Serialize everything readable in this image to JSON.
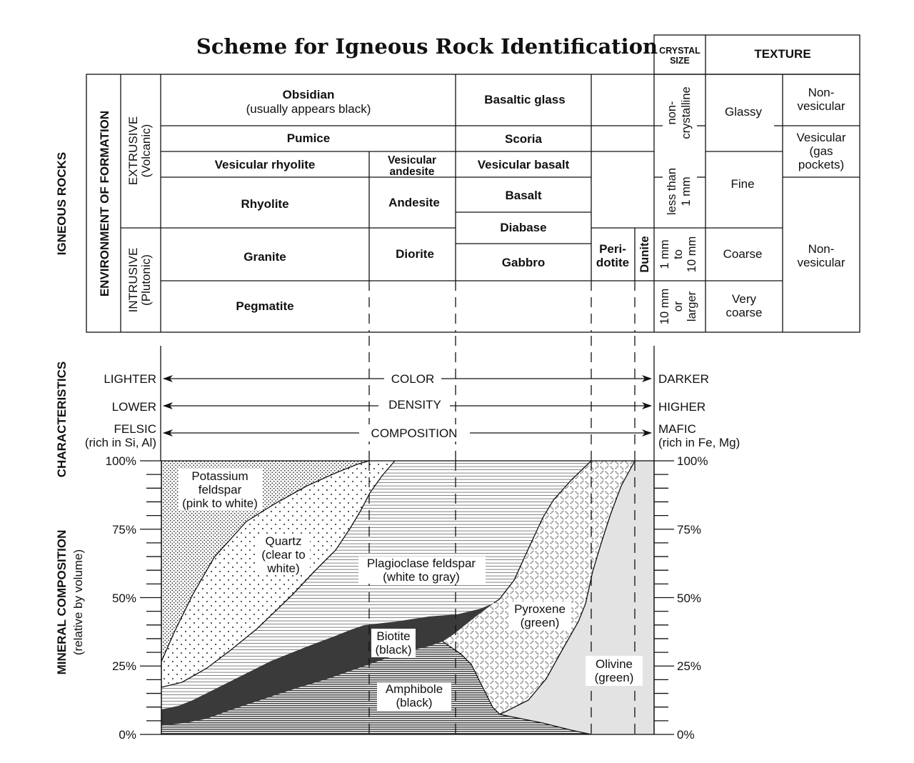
{
  "title": "Scheme for Igneous Rock Identification",
  "header": {
    "crystal_size_1": "CRYSTAL",
    "crystal_size_2": "SIZE",
    "texture": "TEXTURE"
  },
  "side_labels": {
    "igneous_rocks": "IGNEOUS ROCKS",
    "environment": "ENVIRONMENT OF FORMATION",
    "characteristics": "CHARACTERISTICS",
    "mineral_comp_1": "MINERAL COMPOSITION",
    "mineral_comp_2": "(relative by volume)"
  },
  "environment": {
    "extrusive_1": "EXTRUSIVE",
    "extrusive_2": "(Volcanic)",
    "intrusive_1": "INTRUSIVE",
    "intrusive_2": "(Plutonic)"
  },
  "rocks": {
    "obsidian": "Obsidian",
    "obsidian_note": "(usually appears black)",
    "basaltic_glass": "Basaltic glass",
    "pumice": "Pumice",
    "scoria": "Scoria",
    "vesicular_rhyolite": "Vesicular rhyolite",
    "vesicular_andesite_1": "Vesicular",
    "vesicular_andesite_2": "andesite",
    "vesicular_basalt": "Vesicular basalt",
    "rhyolite": "Rhyolite",
    "andesite": "Andesite",
    "basalt": "Basalt",
    "diabase": "Diabase",
    "granite": "Granite",
    "diorite": "Diorite",
    "gabbro": "Gabbro",
    "peridotite_1": "Peri-",
    "peridotite_2": "dotite",
    "dunite": "Dunite",
    "pegmatite": "Pegmatite"
  },
  "crystal_sizes": {
    "noncrystalline_1": "non-",
    "noncrystalline_2": "crystalline",
    "less_1mm_1": "less than",
    "less_1mm_2": "1 mm",
    "mm_range_1": "1 mm",
    "mm_range_2": "to",
    "mm_range_3": "10 mm",
    "larger_1": "10 mm",
    "larger_2": "or",
    "larger_3": "larger"
  },
  "textures": {
    "glassy": "Glassy",
    "fine": "Fine",
    "coarse": "Coarse",
    "very_coarse_1": "Very",
    "very_coarse_2": "coarse"
  },
  "vesicularity": {
    "nonvesicular_1": "Non-",
    "nonvesicular_2": "vesicular",
    "vesicular_1": "Vesicular",
    "vesicular_2": "(gas",
    "vesicular_3": "pockets)",
    "nonvesicular_low_1": "Non-",
    "nonvesicular_low_2": "vesicular"
  },
  "characteristics": [
    {
      "left": "LIGHTER",
      "center": "COLOR",
      "right": "DARKER"
    },
    {
      "left": "LOWER",
      "center": "DENSITY",
      "right": "HIGHER"
    },
    {
      "left": "FELSIC",
      "left_note": "(rich in Si, Al)",
      "center": "COMPOSITION",
      "right": "MAFIC",
      "right_note": "(rich in Fe, Mg)"
    }
  ],
  "minerals": {
    "potassium_1": "Potassium",
    "potassium_2": "feldspar",
    "potassium_3": "(pink to white)",
    "quartz_1": "Quartz",
    "quartz_2": "(clear to",
    "quartz_3": "white)",
    "plagioclase_1": "Plagioclase feldspar",
    "plagioclase_2": "(white to gray)",
    "biotite_1": "Biotite",
    "biotite_2": "(black)",
    "amphibole_1": "Amphibole",
    "amphibole_2": "(black)",
    "pyroxene_1": "Pyroxene",
    "pyroxene_2": "(green)",
    "olivine_1": "Olivine",
    "olivine_2": "(green)"
  },
  "axis": {
    "ticks_left": [
      "100%",
      "75%",
      "50%",
      "25%",
      "0%"
    ],
    "ticks_right": [
      "100%",
      "75%",
      "50%",
      "25%",
      "0%"
    ]
  }
}
